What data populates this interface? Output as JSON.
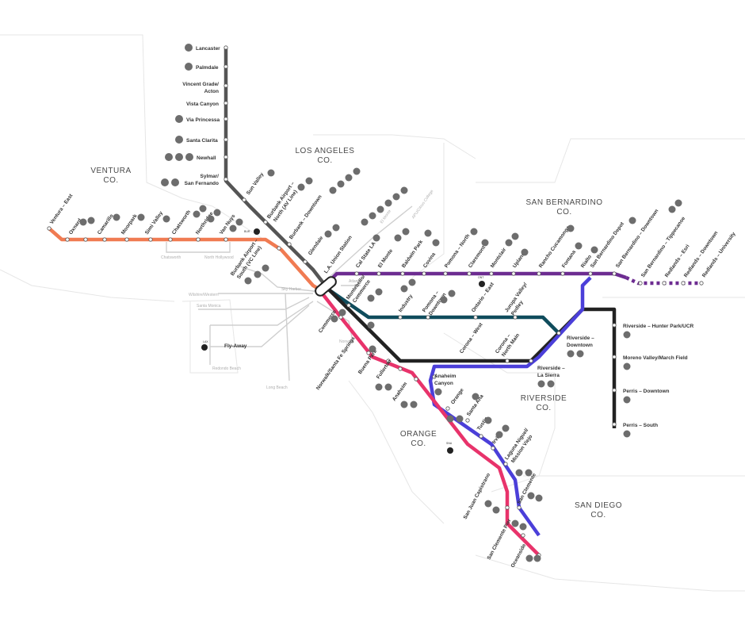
{
  "counties": {
    "ventura": [
      "VENTURA",
      "CO."
    ],
    "los_angeles": [
      "LOS ANGELES",
      "CO."
    ],
    "san_bernardino": [
      "SAN BERNARDINO",
      "CO."
    ],
    "orange": [
      "ORANGE",
      "CO."
    ],
    "riverside": [
      "RIVERSIDE",
      "CO."
    ],
    "san_diego": [
      "SAN DIEGO",
      "CO."
    ]
  },
  "lines": {
    "antelope_valley": {
      "color": "#555555"
    },
    "ventura": {
      "color": "#f07b52"
    },
    "san_bernardino": {
      "color": "#6d2c91"
    },
    "riverside": {
      "color": "#0f4c5c"
    },
    "orange": {
      "color": "#e8336b"
    },
    "inland_empire": {
      "color": "#4b3fd9"
    },
    "perris_valley": {
      "color": "#222222"
    },
    "metro_rail": {
      "color": "#c8c8c8"
    }
  },
  "stations": {
    "lancaster": "Lancaster",
    "palmdale": "Palmdale",
    "vincent_grade": [
      "Vincent Grade/",
      "Acton"
    ],
    "vista_canyon": "Vista Canyon",
    "via_princessa": "Via Princessa",
    "santa_clarita": "Santa Clarita",
    "newhall": "Newhall",
    "sylmar": [
      "Sylmar/",
      "San Fernando"
    ],
    "sun_valley": "Sun Valley",
    "burbank_north": [
      "Burbank Airport –",
      "North (AV Line)"
    ],
    "burbank_downtown": "Burbank – Downtown",
    "glendale": "Glendale",
    "burbank_south": [
      "Burbank Airport –",
      "South (VC Line)"
    ],
    "ventura_east": "Ventura – East",
    "oxnard": "Oxnard",
    "camarillo": "Camarillo",
    "moorpark": "Moorpark",
    "simi_valley": "Simi Valley",
    "chatsworth": "Chatsworth",
    "northridge": "Northridge",
    "van_nuys": "Van Nuys",
    "la_union": "L.A. Union Station",
    "cal_state_la": "Cal State LA",
    "el_monte": "El Monte",
    "baldwin_park": "Baldwin Park",
    "covina": "Covina",
    "pomona_north": "Pomona – North",
    "claremont": "Claremont",
    "montclair": "Montclair",
    "upland": "Upland",
    "rancho": "Rancho Cucamonga",
    "fontana": "Fontana",
    "rialto": "Rialto",
    "sb_depot": "San Bernardino Depot",
    "sb_downtown": "San Bernardino – Downtown",
    "sb_tippecanoe": "San Bernardino – Tippecanoe",
    "redlands_esri": "Redlands – Esri",
    "redlands_downtown": "Redlands – Downtown",
    "redlands_university": "Redlands – University",
    "montebello": [
      "Montebello/",
      "Commerce"
    ],
    "industry": "Industry",
    "pomona_downtown": [
      "Pomona –",
      "Downtown"
    ],
    "ontario_east": "Ontario – East",
    "jurupa": [
      "Jurupa Valley/",
      "Pedley"
    ],
    "riverside_downtown": [
      "Riverside –",
      "Downtown"
    ],
    "riverside_la_sierra": [
      "Riverside –",
      "La Sierra"
    ],
    "corona_west": "Corona – West",
    "corona_north": [
      "Corona –",
      "North Main"
    ],
    "commerce": "Commerce",
    "norwalk": "Norwalk/Santa Fe Springs",
    "buena_park": "Buena Park",
    "fullerton": "Fullerton",
    "anaheim": "Anaheim",
    "anaheim_canyon": [
      "Anaheim",
      "Canyon"
    ],
    "orange_stn": "Orange",
    "santa_ana": "Santa Ana",
    "tustin": "Tustin",
    "irvine": "Irvine",
    "laguna": [
      "Laguna Niguel/",
      "Mission Viejo"
    ],
    "sjc": "San Juan Capistrano",
    "san_clemente": "San Clemente",
    "sc_pier": "San Clemente Pier",
    "oceanside": "Oceanside",
    "hunter_park": "Riverside – Hunter Park/UCR",
    "moreno_valley": "Moreno Valley/March Field",
    "perris_downtown": "Perris – Downtown",
    "perris_south": "Perris – South"
  },
  "metro_labels": {
    "chatsworth": "Chatsworth",
    "north_hollywood": "North Hollywood",
    "wilshire": "Wilshire/Western",
    "santa_monica": "Santa Monica",
    "long_beach": "Long Beach",
    "redondo": "Redondo Beach",
    "el_monte": "El Monte",
    "apu": "APU/Citrus College",
    "atlantic": "Atlantic",
    "norwalk": "Norwalk",
    "sky": "Sky Harbor"
  },
  "flyaway": "Fly-Away",
  "airport_codes": {
    "bur": "BUR",
    "lax": "LAX",
    "ont": "ONT",
    "sna": "SNA"
  }
}
